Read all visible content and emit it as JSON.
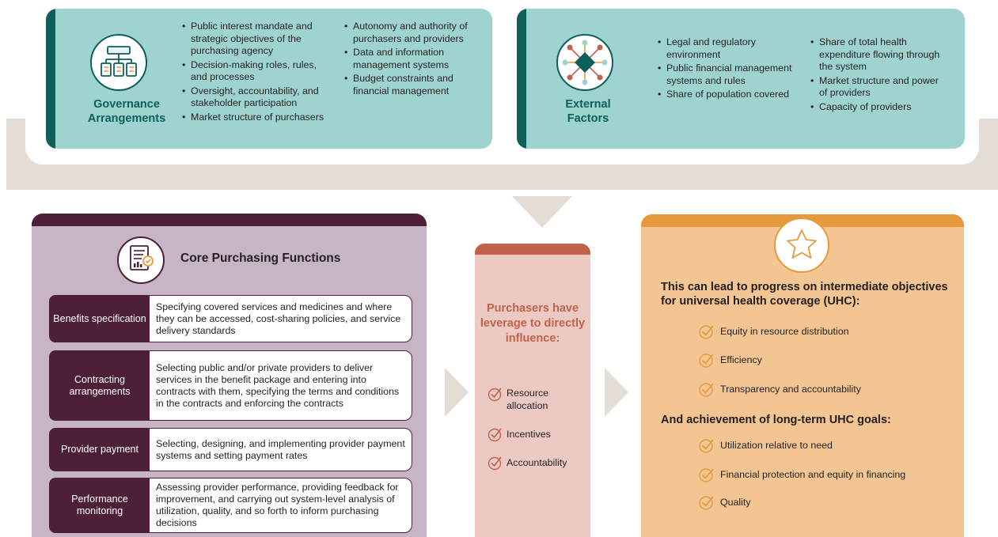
{
  "governance": {
    "title_line1": "Governance",
    "title_line2": "Arrangements",
    "col1": [
      "Public interest mandate and strategic objectives of the purchasing agency",
      "Decision-making roles, rules, and processes",
      "Oversight, accountability, and stakeholder participation",
      "Market structure of purchasers"
    ],
    "col2": [
      "Autonomy and authority of purchasers and providers",
      "Data and information management systems",
      "Budget constraints and financial management"
    ]
  },
  "external": {
    "title_line1": "External",
    "title_line2": "Factors",
    "col1": [
      "Legal and regulatory environment",
      "Public financial management systems and rules",
      "Share of population covered"
    ],
    "col2": [
      "Share of total health expenditure flowing through the system",
      "Market structure and power of providers",
      "Capacity of providers"
    ]
  },
  "core": {
    "title": "Core Purchasing Functions",
    "rows": [
      {
        "label": "Benefits specification",
        "text": "Specifying covered services and medicines and where they can be accessed, cost-sharing policies, and service delivery standards"
      },
      {
        "label": "Contracting arrangements",
        "text": "Selecting public and/or private providers to deliver services in the benefit package and entering into contracts with them, specifying the terms and conditions in the contracts and enforcing the contracts"
      },
      {
        "label": "Provider payment",
        "text": "Selecting, designing, and implementing provider payment systems and setting payment rates"
      },
      {
        "label": "Performance monitoring",
        "text": "Assessing provider performance, providing feedback for improvement, and carrying out system-level analysis of utilization, quality, and so forth to inform purchasing decisions"
      }
    ]
  },
  "leverage": {
    "heading": "Purchasers have leverage to directly influence:",
    "items": [
      "Resource allocation",
      "Incentives",
      "Accountability"
    ]
  },
  "outcomes": {
    "heading1": "This can lead to progress on intermediate objectives for universal health coverage (UHC):",
    "intermediate": [
      "Equity in resource distribution",
      "Efficiency",
      "Transparency and accountability"
    ],
    "heading2": "And achievement of long-term UHC goals:",
    "longterm": [
      "Utilization relative to need",
      "Financial protection and equity in financing",
      "Quality"
    ]
  },
  "colors": {
    "teal": "#9fd3cf",
    "teal_dark": "#0d5f5b",
    "purple": "#c7b5c6",
    "purple_dark": "#4d2038",
    "pink": "#ecc9c3",
    "pink_dark": "#c0624c",
    "orange": "#f3c592",
    "orange_dark": "#e69a3c",
    "band": "#e3ddd6"
  }
}
